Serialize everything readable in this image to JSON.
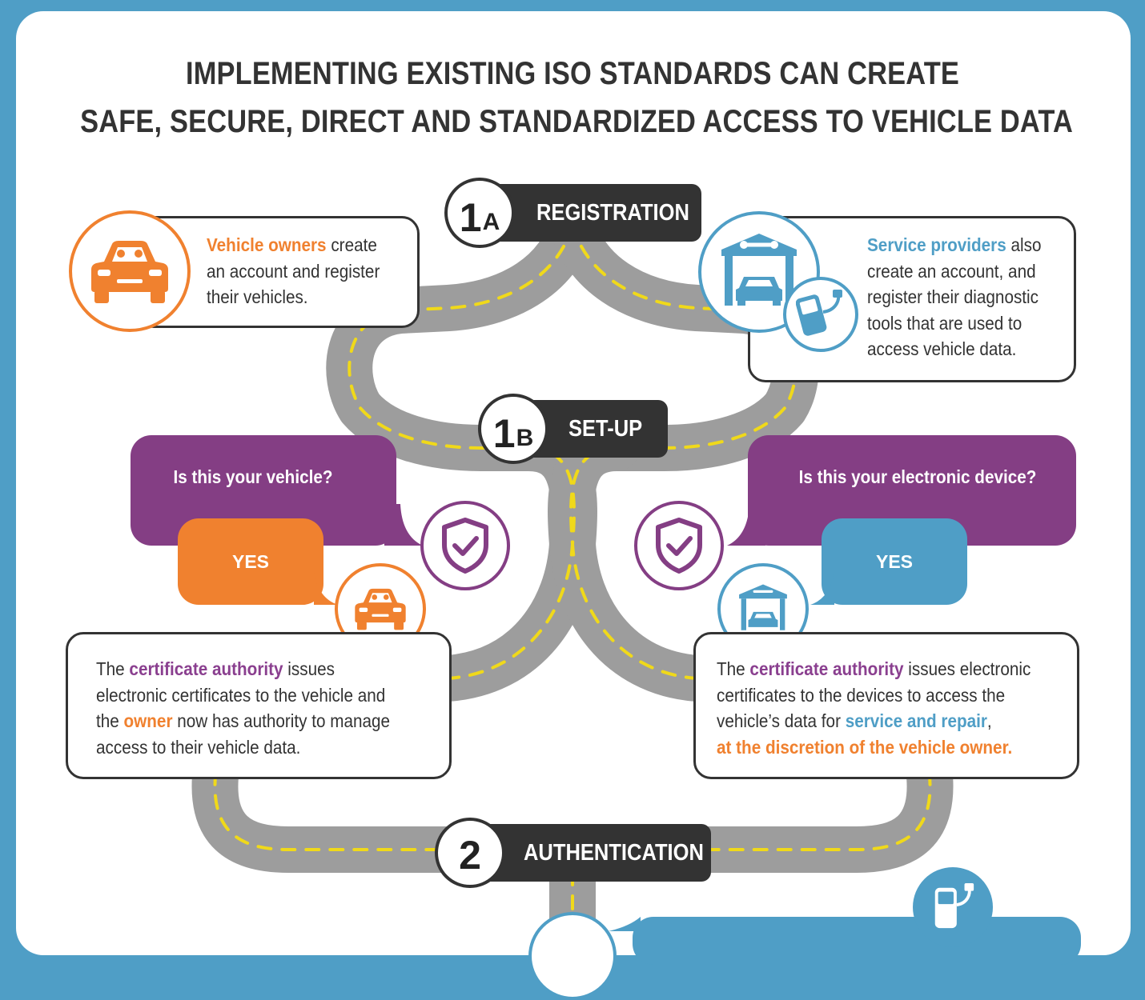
{
  "title": {
    "line1": "IMPLEMENTING EXISTING ISO STANDARDS CAN CREATE",
    "line2": "SAFE, SECURE, DIRECT AND STANDARDIZED ACCESS TO VEHICLE DATA"
  },
  "steps": {
    "registration": {
      "num": "1",
      "sub": "A",
      "label": "REGISTRATION"
    },
    "setup": {
      "num": "1",
      "sub": "B",
      "label": "SET-UP"
    },
    "authentication": {
      "num": "2",
      "sub": "",
      "label": "AUTHENTICATION"
    }
  },
  "owner_box": {
    "highlight": "Vehicle owners",
    "line1_rest": " create",
    "line2": "an account and register",
    "line3": "their vehicles."
  },
  "provider_box": {
    "highlight": "Service providers",
    "line1_rest": " also",
    "line2": "create an account, and",
    "line3": "register their diagnostic",
    "line4": "tools that are used to",
    "line5": "access vehicle data."
  },
  "questions": {
    "vehicle": "Is this your vehicle?",
    "device": "Is this your electronic device?",
    "yes_left": "YES",
    "yes_right": "YES"
  },
  "cert_left": {
    "l1_a": "The ",
    "l1_b": "certificate authority",
    "l1_c": " issues",
    "l2": "electronic certificates to the vehicle and",
    "l3_a": "the ",
    "l3_b": "owner",
    "l3_c": " now has authority to manage",
    "l4": "access to their vehicle data."
  },
  "cert_right": {
    "l1_a": "The ",
    "l1_b": "certificate authority",
    "l1_c": " issues electronic",
    "l2": "certificates to the devices to access the",
    "l3_a": "vehicle’s data for ",
    "l3_b": "service and repair",
    "l3_c": ",",
    "l4": "at the discretion of the vehicle owner."
  },
  "colors": {
    "background": "#4f9ec6",
    "orange": "#f0812f",
    "blue": "#4f9ec6",
    "purple": "#843e84",
    "dark": "#333333",
    "road": "#9d9d9d",
    "road_dash": "#f0d91a"
  },
  "icons": {
    "owner": "car-icon",
    "provider": "garage-icon",
    "tool": "diagnostic-tool-icon",
    "shield": "shield-check-icon"
  }
}
